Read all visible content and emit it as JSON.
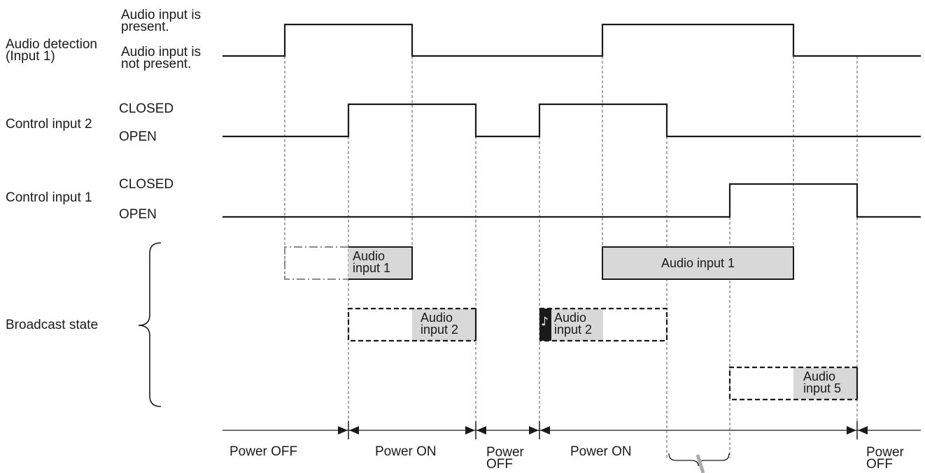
{
  "labels": {
    "audio_detection_line1": "Audio detection",
    "audio_detection_line2": "(Input 1)",
    "audio_present_line1": "Audio input is",
    "audio_present_line2": "present.",
    "audio_absent_line1": "Audio input is",
    "audio_absent_line2": "not present.",
    "control_input_2": "Control input 2",
    "control_input_1": "Control input 1",
    "closed": "CLOSED",
    "open": "OPEN",
    "broadcast_state": "Broadcast state"
  },
  "boxes": {
    "b1_line1": "Audio",
    "b1_line2": "input 1",
    "b2_line1": "Audio",
    "b2_line2": "input 2",
    "b3": "Audio input 1",
    "b4_line1": "Audio",
    "b4_line2": "input 2",
    "b5_line1": "Audio",
    "b5_line2": "input 5"
  },
  "power": {
    "p1": "Power OFF",
    "p2": "Power ON",
    "p3_line1": "Power",
    "p3_line2": "OFF",
    "p4": "Power ON",
    "p5_line1": "Power",
    "p5_line2": "OFF"
  },
  "icons": {
    "music_note": "♪"
  }
}
